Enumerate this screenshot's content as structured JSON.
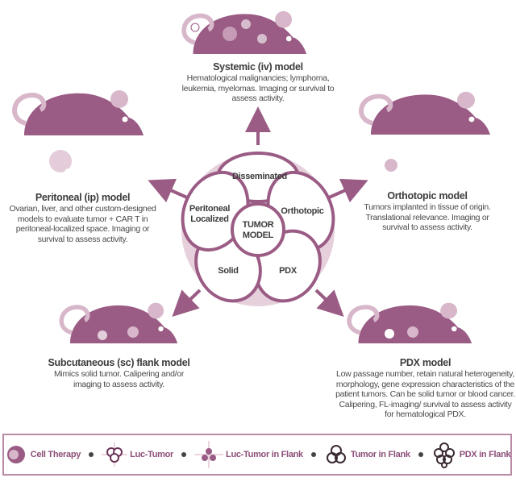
{
  "colors": {
    "mouse": "#9a5b84",
    "mouse_light": "#d8b7ca",
    "text": "#4a4a4a",
    "legend_text": "#8c4f78"
  },
  "center": {
    "title": "TUMOR MODEL",
    "petals": [
      "Disseminated",
      "Orthotopic",
      "PDX",
      "Solid",
      "Peritoneal Localized"
    ]
  },
  "models": [
    {
      "title": "Systemic (iv) model",
      "desc": "Hematological malignancies; lymphoma, leukemia, myelomas. Imaging or survival to assess activity."
    },
    {
      "title": "Peritoneal (ip) model",
      "desc": "Ovarian, liver, and other custom-designed models to evaluate tumor + CAR T in peritoneal-localized space. Imaging or survival to assess activity."
    },
    {
      "title": "Orthotopic model",
      "desc": "Tumors implanted in tissue of origin. Translational relevance. Imaging or survival to assess activity."
    },
    {
      "title": "Subcutaneous (sc) flank model",
      "desc": "Mimics solid tumor. Calipering and/or imaging to assess activity."
    },
    {
      "title": "PDX model",
      "desc": "Low passage number, retain natural heterogeneity, morphology, gene expression characteristics of the patient tumors. Can be solid tumor or blood cancer. Calipering, FL-imaging/ survival to assess activity for hematological PDX."
    }
  ],
  "legend": [
    {
      "label": "Cell Therapy",
      "icon": "cell-therapy-icon"
    },
    {
      "label": "Luc-Tumor",
      "icon": "luc-tumor-icon"
    },
    {
      "label": "Luc-Tumor in Flank",
      "icon": "luc-tumor-flank-icon"
    },
    {
      "label": "Tumor in Flank",
      "icon": "tumor-flank-icon"
    },
    {
      "label": "PDX in Flank",
      "icon": "pdx-flank-icon"
    }
  ]
}
